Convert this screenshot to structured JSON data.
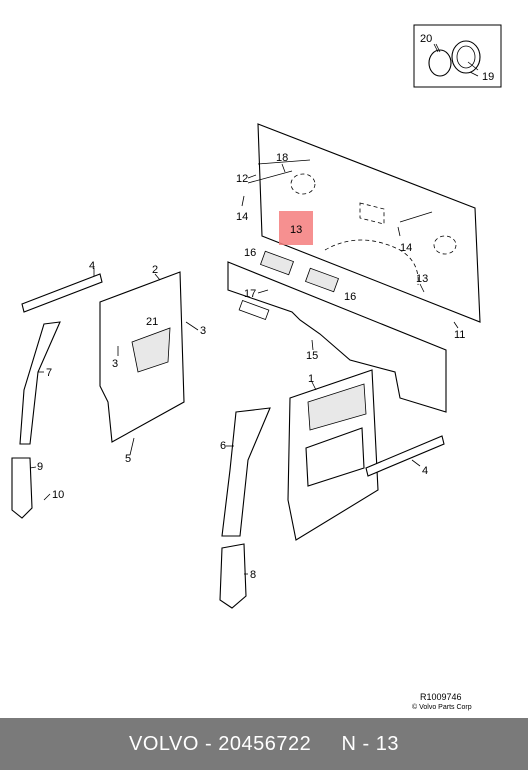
{
  "diagram": {
    "callouts": [
      {
        "id": "20",
        "label": "20"
      },
      {
        "id": "19",
        "label": "19"
      },
      {
        "id": "18",
        "label": "18"
      },
      {
        "id": "12",
        "label": "12"
      },
      {
        "id": "14a",
        "label": "14"
      },
      {
        "id": "13a",
        "label": "13"
      },
      {
        "id": "14b",
        "label": "14"
      },
      {
        "id": "16a",
        "label": "16"
      },
      {
        "id": "13b",
        "label": "13"
      },
      {
        "id": "17",
        "label": "17"
      },
      {
        "id": "16b",
        "label": "16"
      },
      {
        "id": "11",
        "label": "11"
      },
      {
        "id": "15",
        "label": "15"
      },
      {
        "id": "4a",
        "label": "4"
      },
      {
        "id": "2",
        "label": "2"
      },
      {
        "id": "21",
        "label": "21"
      },
      {
        "id": "3a",
        "label": "3"
      },
      {
        "id": "3b",
        "label": "3"
      },
      {
        "id": "7",
        "label": "7"
      },
      {
        "id": "1",
        "label": "1"
      },
      {
        "id": "6",
        "label": "6"
      },
      {
        "id": "4b",
        "label": "4"
      },
      {
        "id": "5",
        "label": "5"
      },
      {
        "id": "9",
        "label": "9"
      },
      {
        "id": "10",
        "label": "10"
      },
      {
        "id": "8",
        "label": "8"
      }
    ],
    "highlight_color": "#f47d7d",
    "reference": "R1009746",
    "copyright": "© Volvo Parts Corp"
  },
  "footer": {
    "brand": "VOLVO",
    "sep1": " - ",
    "part_number": "20456722",
    "gap": "     ",
    "position": "N - 13"
  },
  "colors": {
    "footer_bg": "#7a7a7a",
    "footer_text": "#ffffff"
  }
}
